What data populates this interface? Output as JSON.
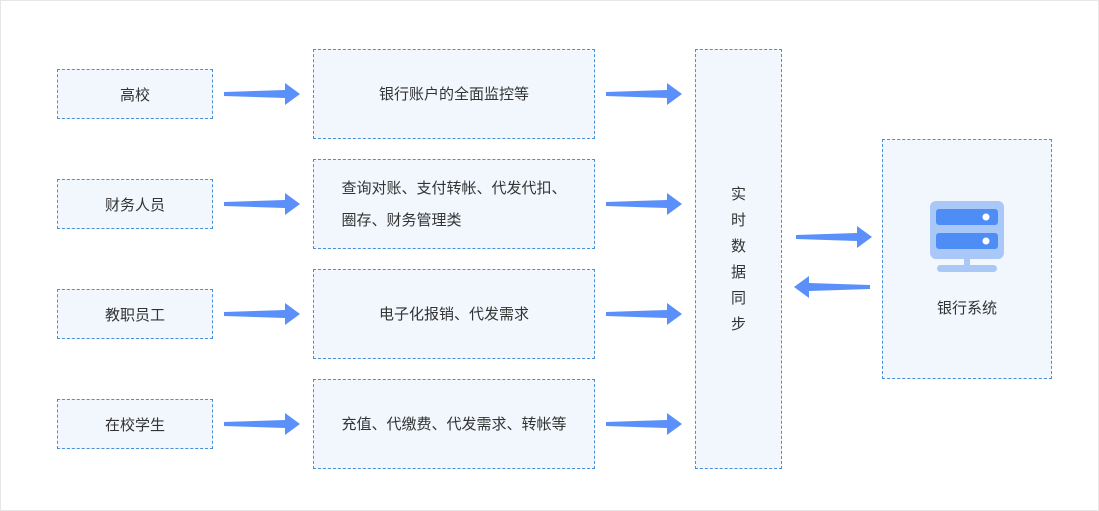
{
  "sources": [
    "高校",
    "财务人员",
    "教职员工",
    "在校学生"
  ],
  "services": [
    [
      "银行账户的全面监控等"
    ],
    [
      "查询对账、支付转帐、代发代扣、",
      "圈存、财务管理类"
    ],
    [
      "电子化报销、代发需求"
    ],
    [
      "充值、代缴费、代发需求、转帐等"
    ]
  ],
  "sync_label": [
    "实",
    "时",
    "数",
    "据",
    "同",
    "步"
  ],
  "bank_label": "银行系统",
  "icons": {
    "bank": "server-icon"
  },
  "colors": {
    "arrow": "#5b8ff9",
    "border": "#4a90d9",
    "fill": "#f1f7fd",
    "server": "#4e8df5"
  }
}
